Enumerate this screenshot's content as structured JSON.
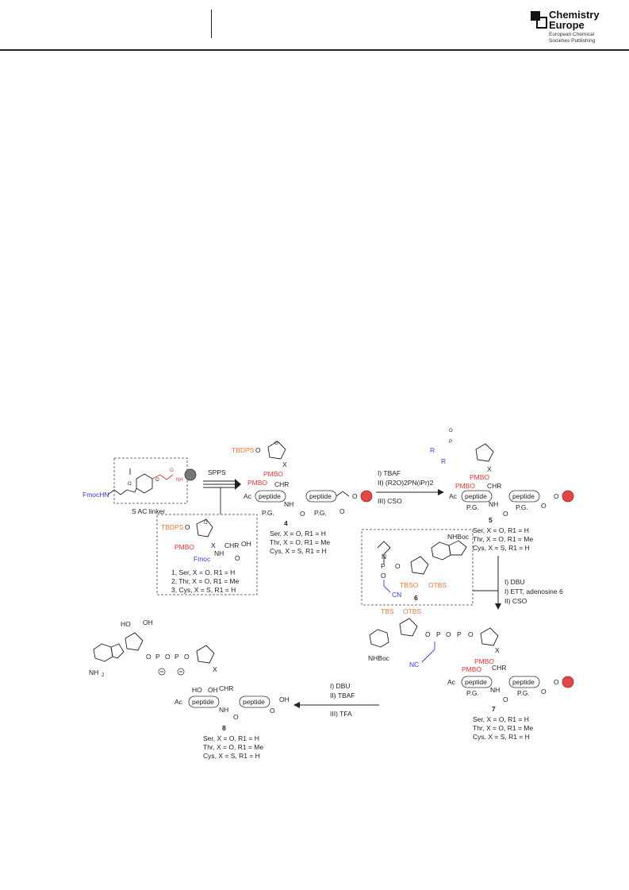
{
  "header": {
    "brand_title_line1": "Chemistry",
    "brand_title_line2": "Europe",
    "brand_sub_line1": "European Chemical",
    "brand_sub_line2": "Societies Publishing"
  },
  "scheme": {
    "linker_label": "S AC linker",
    "fmoc_hn": "FmocHN",
    "spps": "SPPS",
    "tbdps": "TBDPS",
    "pmbo": "PMBO",
    "fmoc": "Fmoc",
    "peptide": "peptide",
    "ac": "Ac",
    "pg": "P.G.",
    "chr1": "CHR",
    "x": "X",
    "oh": "OH",
    "ho": "HO",
    "nh": "NH",
    "n": "N",
    "h": "H",
    "o": "O",
    "p": "P",
    "cn": "CN",
    "nc": "NC",
    "tbso": "TBSO",
    "otbs": "OTBS",
    "tbs": "TBS",
    "nhboc": "NHBoc",
    "nhboc2": "NHBoc",
    "nh2": "NH",
    "r2o": "R",
    "cmpd_list": [
      "1, Ser, X = O, R1 = H",
      "2, Thr, X = O, R1 = Me",
      "3, Cys, X = S, R1 = H"
    ],
    "variants": [
      "Ser, X = O, R1 = H",
      "Thr, X = O, R1 = Me",
      "Cys, X = S, R1 = H"
    ],
    "num4": "4",
    "num5": "5",
    "num6": "6",
    "num7": "7",
    "num8": "8",
    "step1_i": "I) TBAF",
    "step1_ii": "II) (R2O)2PN(iPr)2",
    "step1_iii": "III) CSO",
    "step2_i": "I) DBU",
    "step2_ii": "I) ETT, adenosine 6",
    "step2_iii": "II) CSO",
    "step3_i": "I) DBU",
    "step3_ii": "II) TBAF",
    "step3_iii": "III) TFA"
  },
  "colors": {
    "red": "#d33",
    "blue": "#3340d0",
    "orange": "#e8743b",
    "resin": "#e04848"
  }
}
